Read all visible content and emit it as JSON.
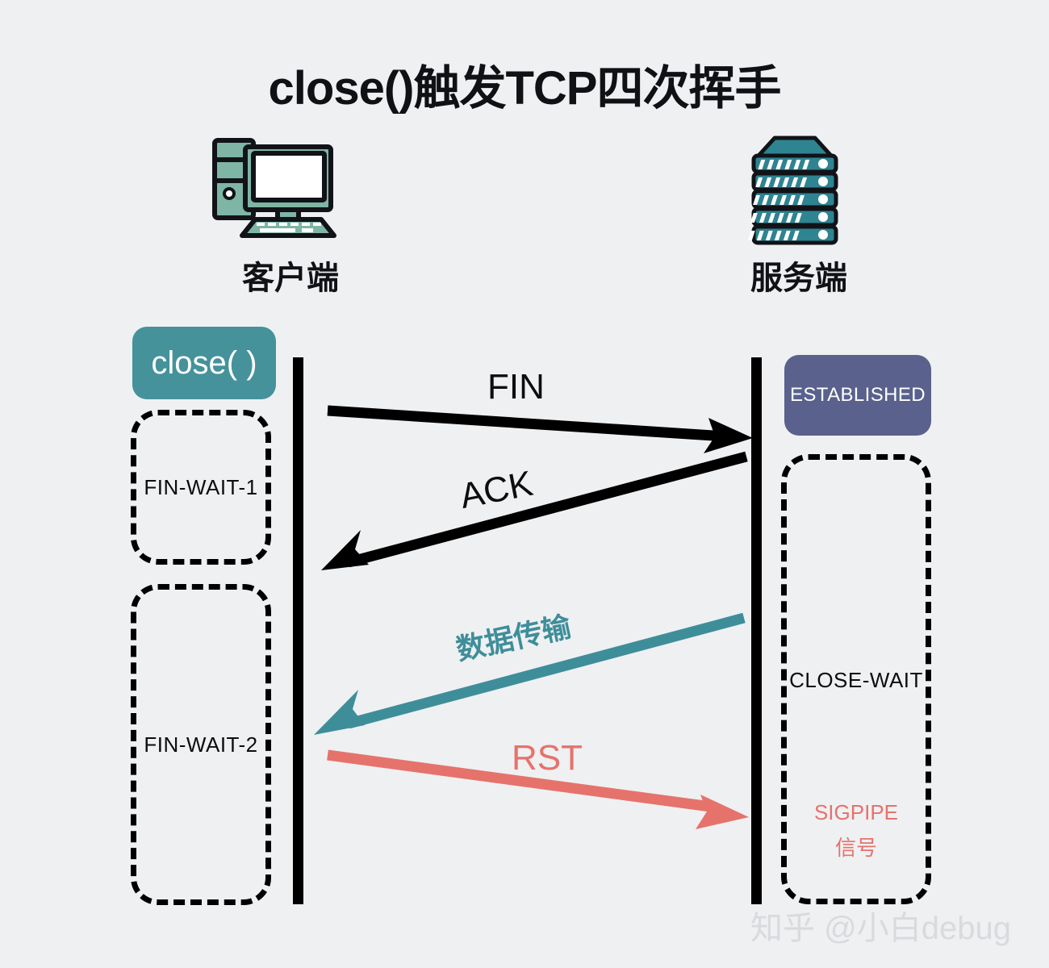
{
  "page": {
    "title": "close()触发TCP四次挥手",
    "background_color": "#eff0f2",
    "watermark": "知乎 @小白debug"
  },
  "endpoints": {
    "client": {
      "label": "客户端",
      "icon": "desktop-computer-icon",
      "color": "#7fb5a4"
    },
    "server": {
      "label": "服务端",
      "icon": "server-rack-icon",
      "color": "#2e8490"
    }
  },
  "boxes": {
    "close_call": {
      "label": "close( )",
      "color": "#45929b",
      "text_color": "#ffffff"
    },
    "established": {
      "label": "ESTABLISHED",
      "color": "#59618c",
      "text_color": "#ffffff"
    },
    "fin_wait_1": {
      "label": "FIN-WAIT-1",
      "style": "dashed"
    },
    "fin_wait_2": {
      "label": "FIN-WAIT-2",
      "style": "dashed"
    },
    "close_wait": {
      "label": "CLOSE-WAIT",
      "style": "dashed"
    },
    "sigpipe": {
      "line1": "SIGPIPE",
      "line2": "信号",
      "color": "#e5736c"
    }
  },
  "messages": [
    {
      "label": "FIN",
      "direction": "client-to-server",
      "color": "#000000"
    },
    {
      "label": "ACK",
      "direction": "server-to-client",
      "color": "#000000"
    },
    {
      "label": "数据传输",
      "direction": "server-to-client",
      "color": "#3e8e9a"
    },
    {
      "label": "RST",
      "direction": "client-to-server",
      "color": "#e5736c"
    }
  ]
}
